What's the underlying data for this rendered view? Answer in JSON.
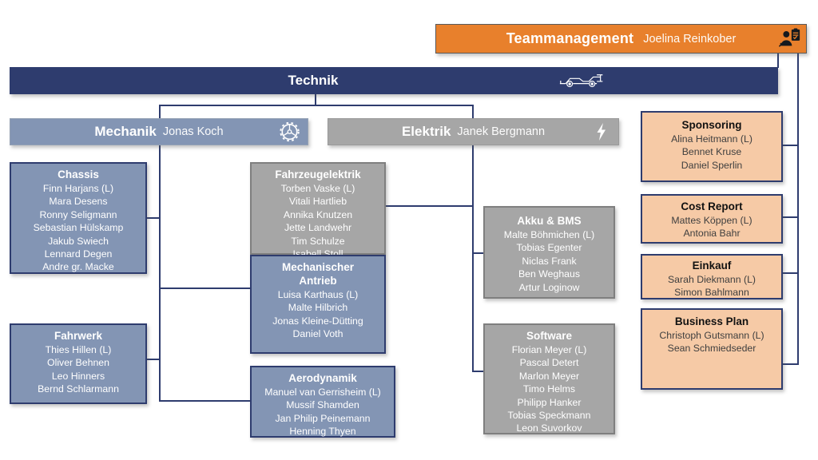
{
  "colors": {
    "navy": "#2E3C6E",
    "orange": "#E8802C",
    "blue_gray": "#8395B4",
    "gray": "#A6A6A6",
    "peach": "#F6CAA6",
    "line": "#2E3C6E"
  },
  "teammanagement": {
    "title": "Teammanagement",
    "lead": "Joelina Reinkober"
  },
  "technik": {
    "title": "Technik"
  },
  "departments": {
    "mechanik": {
      "title": "Mechanik",
      "lead": "Jonas Koch"
    },
    "elektrik": {
      "title": "Elektrik",
      "lead": "Janek Bergmann"
    }
  },
  "boxes": {
    "chassis": {
      "title": "Chassis",
      "members": [
        "Finn Harjans (L)",
        "Mara Desens",
        "Ronny Seligmann",
        "Sebastian Hülskamp",
        "Jakub Swiech",
        "Lennard Degen",
        "Andre gr. Macke"
      ]
    },
    "fahrwerk": {
      "title": "Fahrwerk",
      "members": [
        "Thies Hillen (L)",
        "Oliver Behnen",
        "Leo Hinners",
        "Bernd Schlarmann"
      ]
    },
    "fahrzeugelektrik": {
      "title": "Fahrzeugelektrik",
      "members": [
        "Torben Vaske (L)",
        "Vitali Hartlieb",
        "Annika Knutzen",
        "Jette Landwehr",
        "Tim Schulze",
        "Isabell Stoll"
      ]
    },
    "mechanischer_antrieb": {
      "title": "Mechanischer Antrieb",
      "members": [
        "Luisa Karthaus (L)",
        "Malte Hilbrich",
        "Jonas Kleine-Dütting",
        "Daniel Voth"
      ]
    },
    "aerodynamik": {
      "title": "Aerodynamik",
      "members": [
        "Manuel van Gerrisheim (L)",
        "Mussif Shamden",
        "Jan Philip Peinemann",
        "Henning Thyen"
      ]
    },
    "akku_bms": {
      "title": "Akku & BMS",
      "members": [
        "Malte Böhmichen (L)",
        "Tobias Egenter",
        "Niclas Frank",
        "Ben Weghaus",
        "Artur Loginow"
      ]
    },
    "software": {
      "title": "Software",
      "members": [
        "Florian Meyer (L)",
        "Pascal Detert",
        "Marlon Meyer",
        "Timo Helms",
        "Philipp Hanker",
        "Tobias Speckmann",
        "Leon Suvorkov"
      ]
    },
    "sponsoring": {
      "title": "Sponsoring",
      "members": [
        "Alina Heitmann (L)",
        "Bennet Kruse",
        "Daniel Sperlin"
      ]
    },
    "cost_report": {
      "title": "Cost Report",
      "members": [
        "Mattes Köppen (L)",
        "Antonia Bahr"
      ]
    },
    "einkauf": {
      "title": "Einkauf",
      "members": [
        "Sarah Diekmann (L)",
        "Simon Bahlmann"
      ]
    },
    "business_plan": {
      "title": "Business Plan",
      "members": [
        "Christoph Gutsmann (L)",
        "Sean Schmiedseder"
      ]
    }
  },
  "icons": {
    "teammanagement": "person-clipboard-icon",
    "technik": "race-car-icon",
    "mechanik": "gear-icon",
    "elektrik": "lightning-icon"
  }
}
